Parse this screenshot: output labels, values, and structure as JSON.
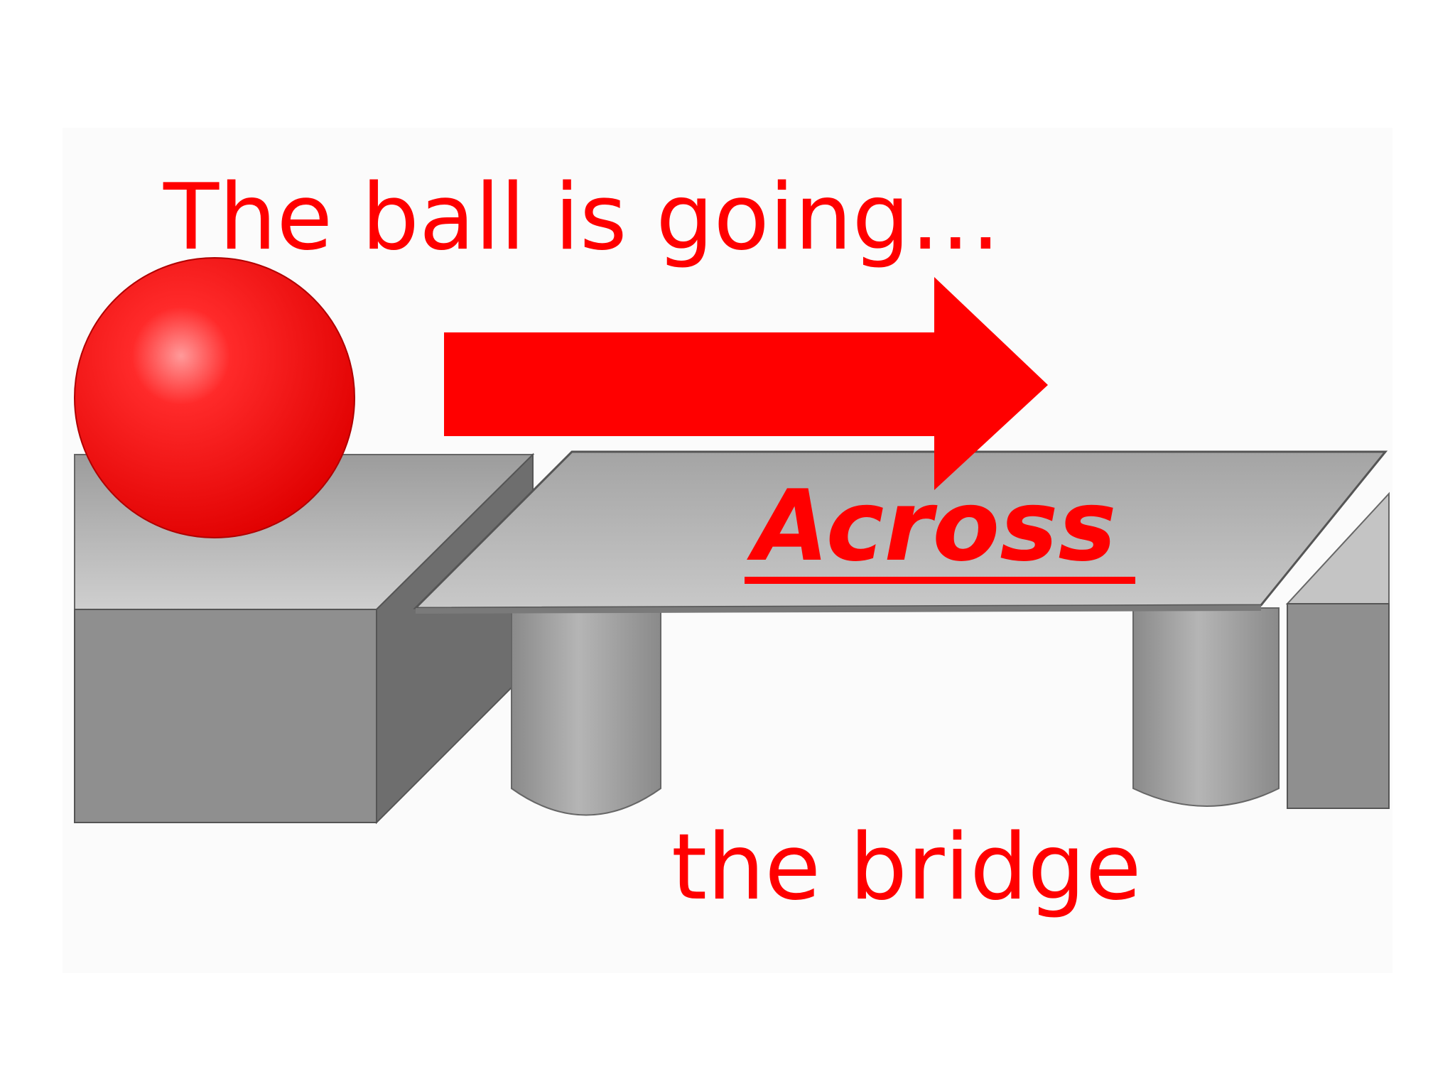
{
  "caption": {
    "top_text": "The ball is going…",
    "preposition": "Across",
    "object_text": "the bridge"
  },
  "colors": {
    "text": "#ff0000",
    "ball": "#ff0000",
    "arrow": "#ff0000",
    "block_top": "#b4b4b4",
    "block_front": "#8e8e8e",
    "block_side": "#707070",
    "pillar": "#a6a6a6",
    "outline": "#555555"
  },
  "icons": {
    "ball": "red-ball",
    "arrow": "right-arrow",
    "bridge": "bridge-deck"
  }
}
